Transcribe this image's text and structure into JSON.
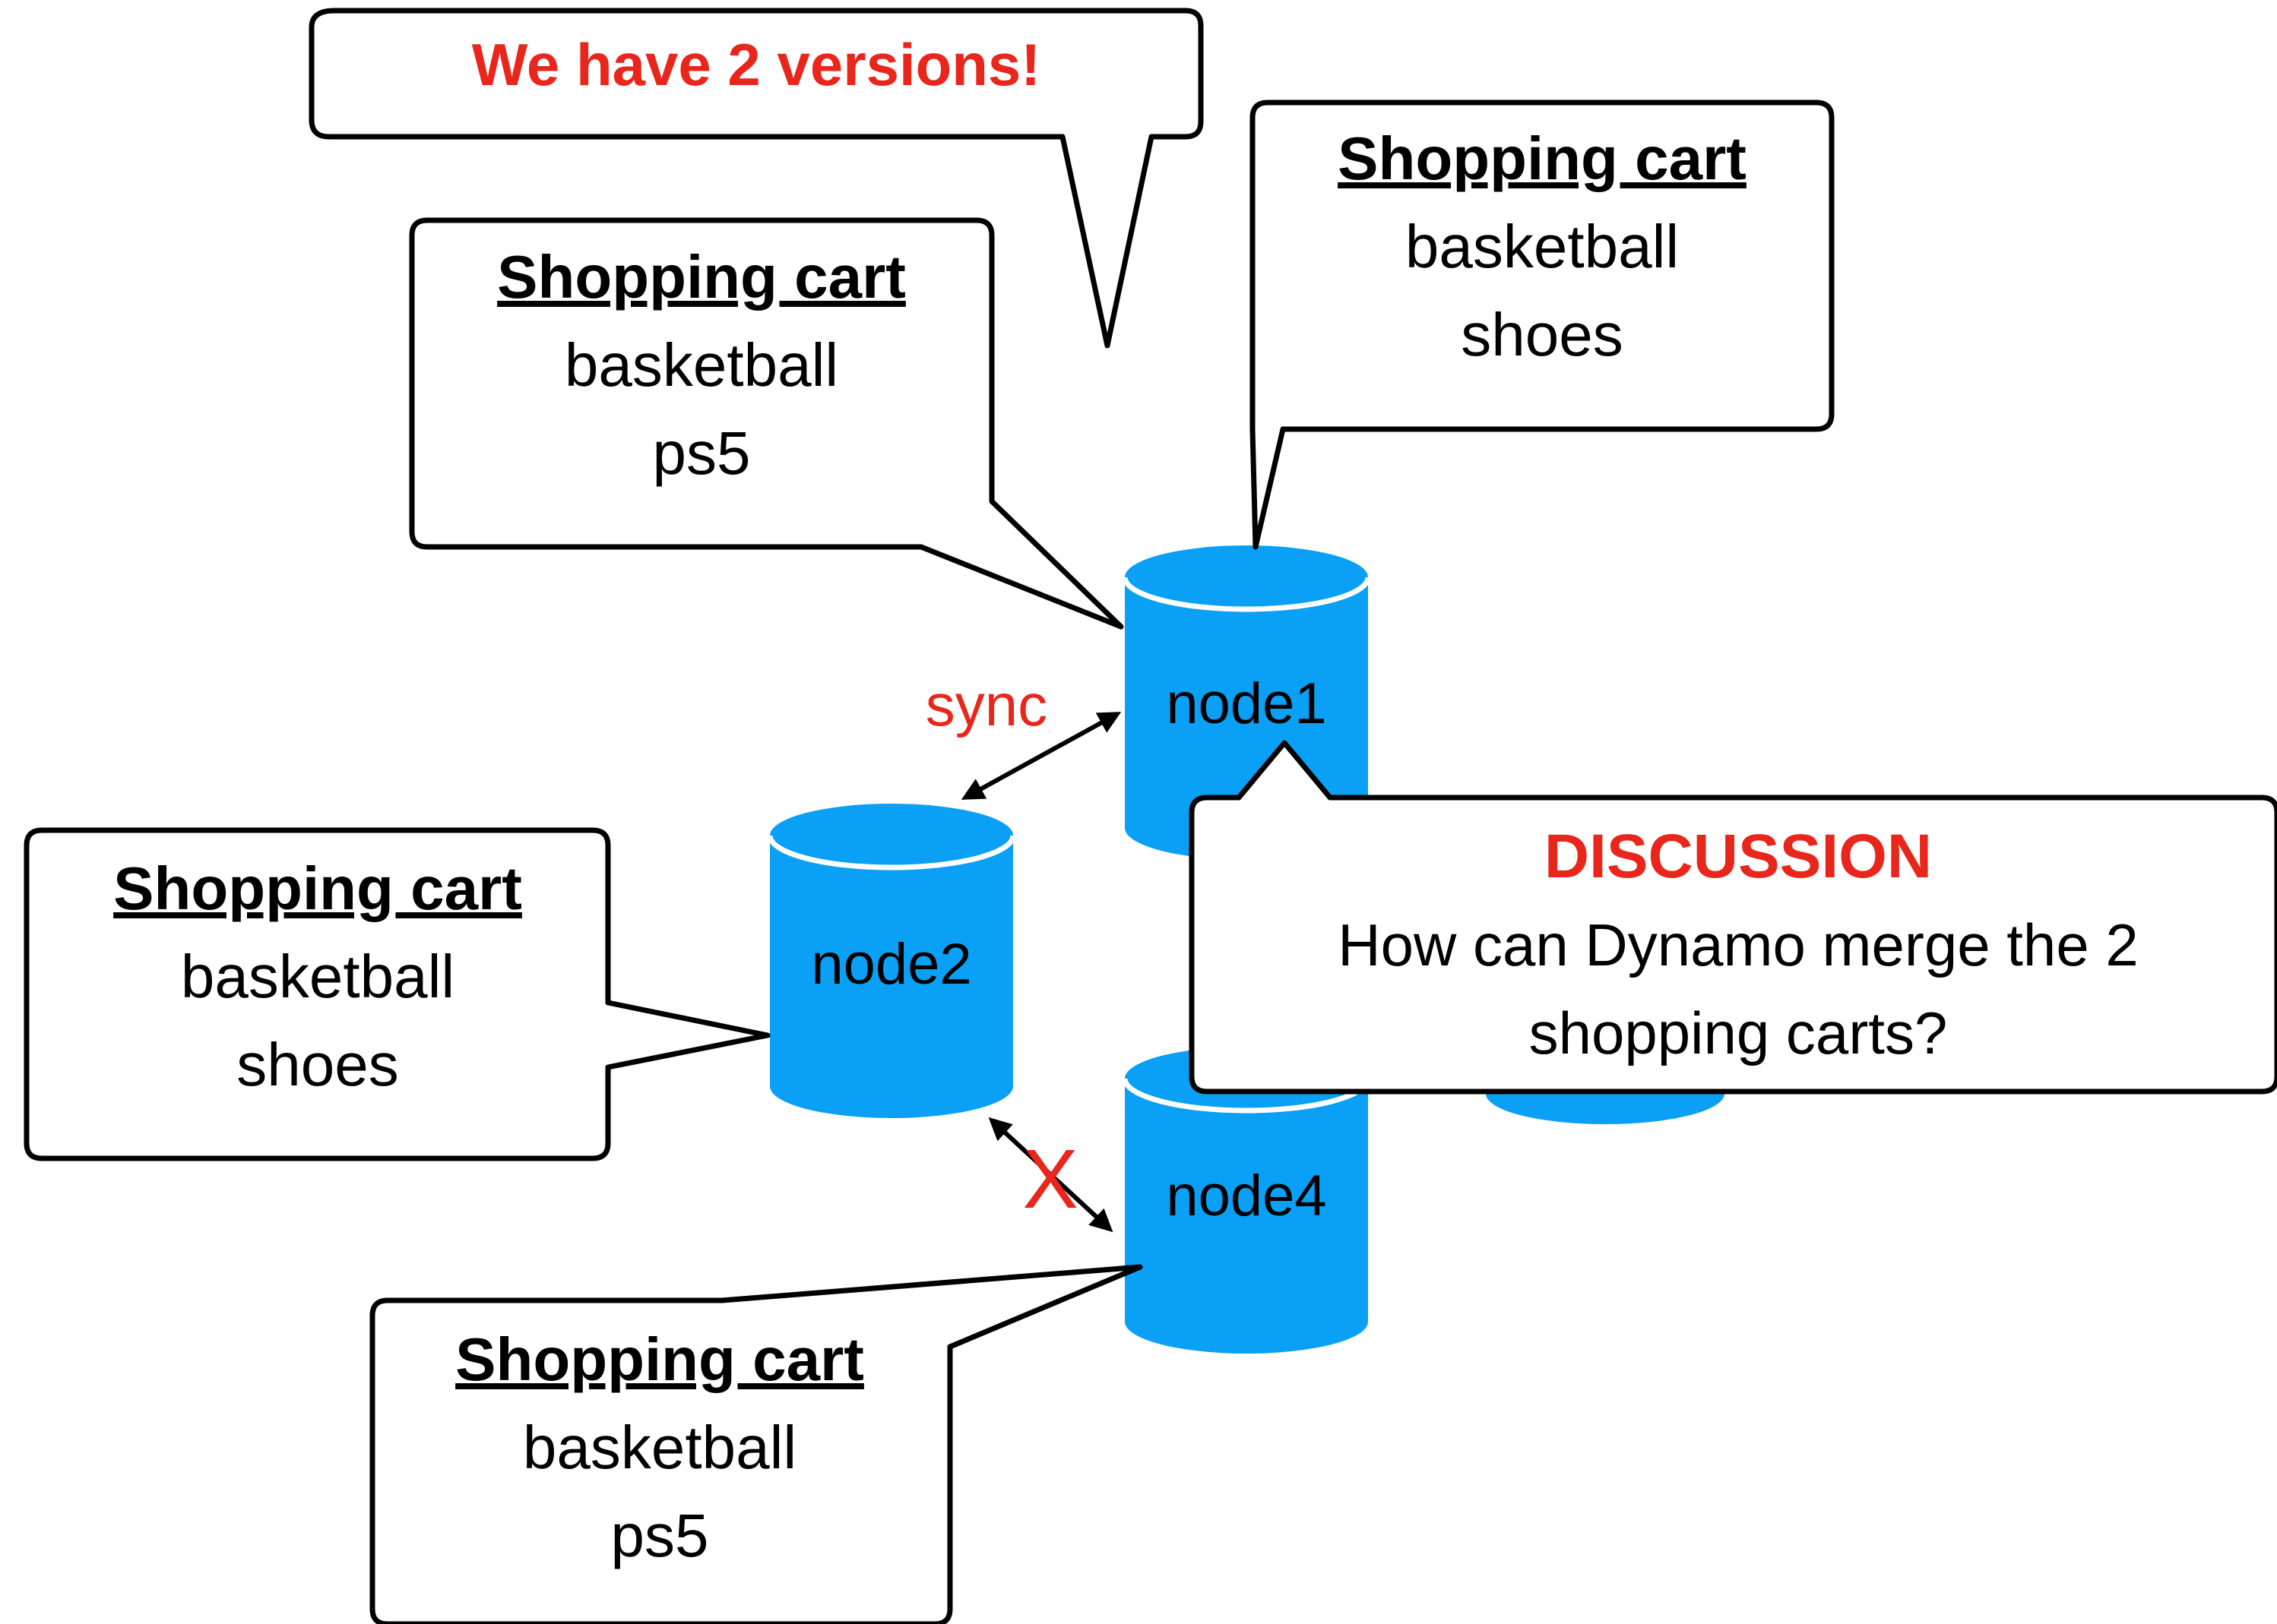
{
  "colors": {
    "accent_red": "#e8261c",
    "cylinder_blue": "#0aa0f5",
    "ink": "#000000"
  },
  "headline": "We have 2 versions!",
  "nodes": {
    "node1": "node1",
    "node2": "node2",
    "node4": "node4"
  },
  "links": {
    "sync_label": "sync",
    "failed_marker": "X"
  },
  "carts": {
    "node1": {
      "title": "Shopping cart",
      "items": [
        "basketball",
        "shoes"
      ]
    },
    "node1_other": {
      "title": "Shopping cart",
      "items": [
        "basketball",
        "ps5"
      ]
    },
    "node2": {
      "title": "Shopping cart",
      "items": [
        "basketball",
        "shoes"
      ]
    },
    "node4": {
      "title": "Shopping cart",
      "items": [
        "basketball",
        "ps5"
      ]
    }
  },
  "discussion": {
    "title": "DISCUSSION",
    "line1": "How can Dynamo merge the 2",
    "line2": "shopping carts?"
  }
}
